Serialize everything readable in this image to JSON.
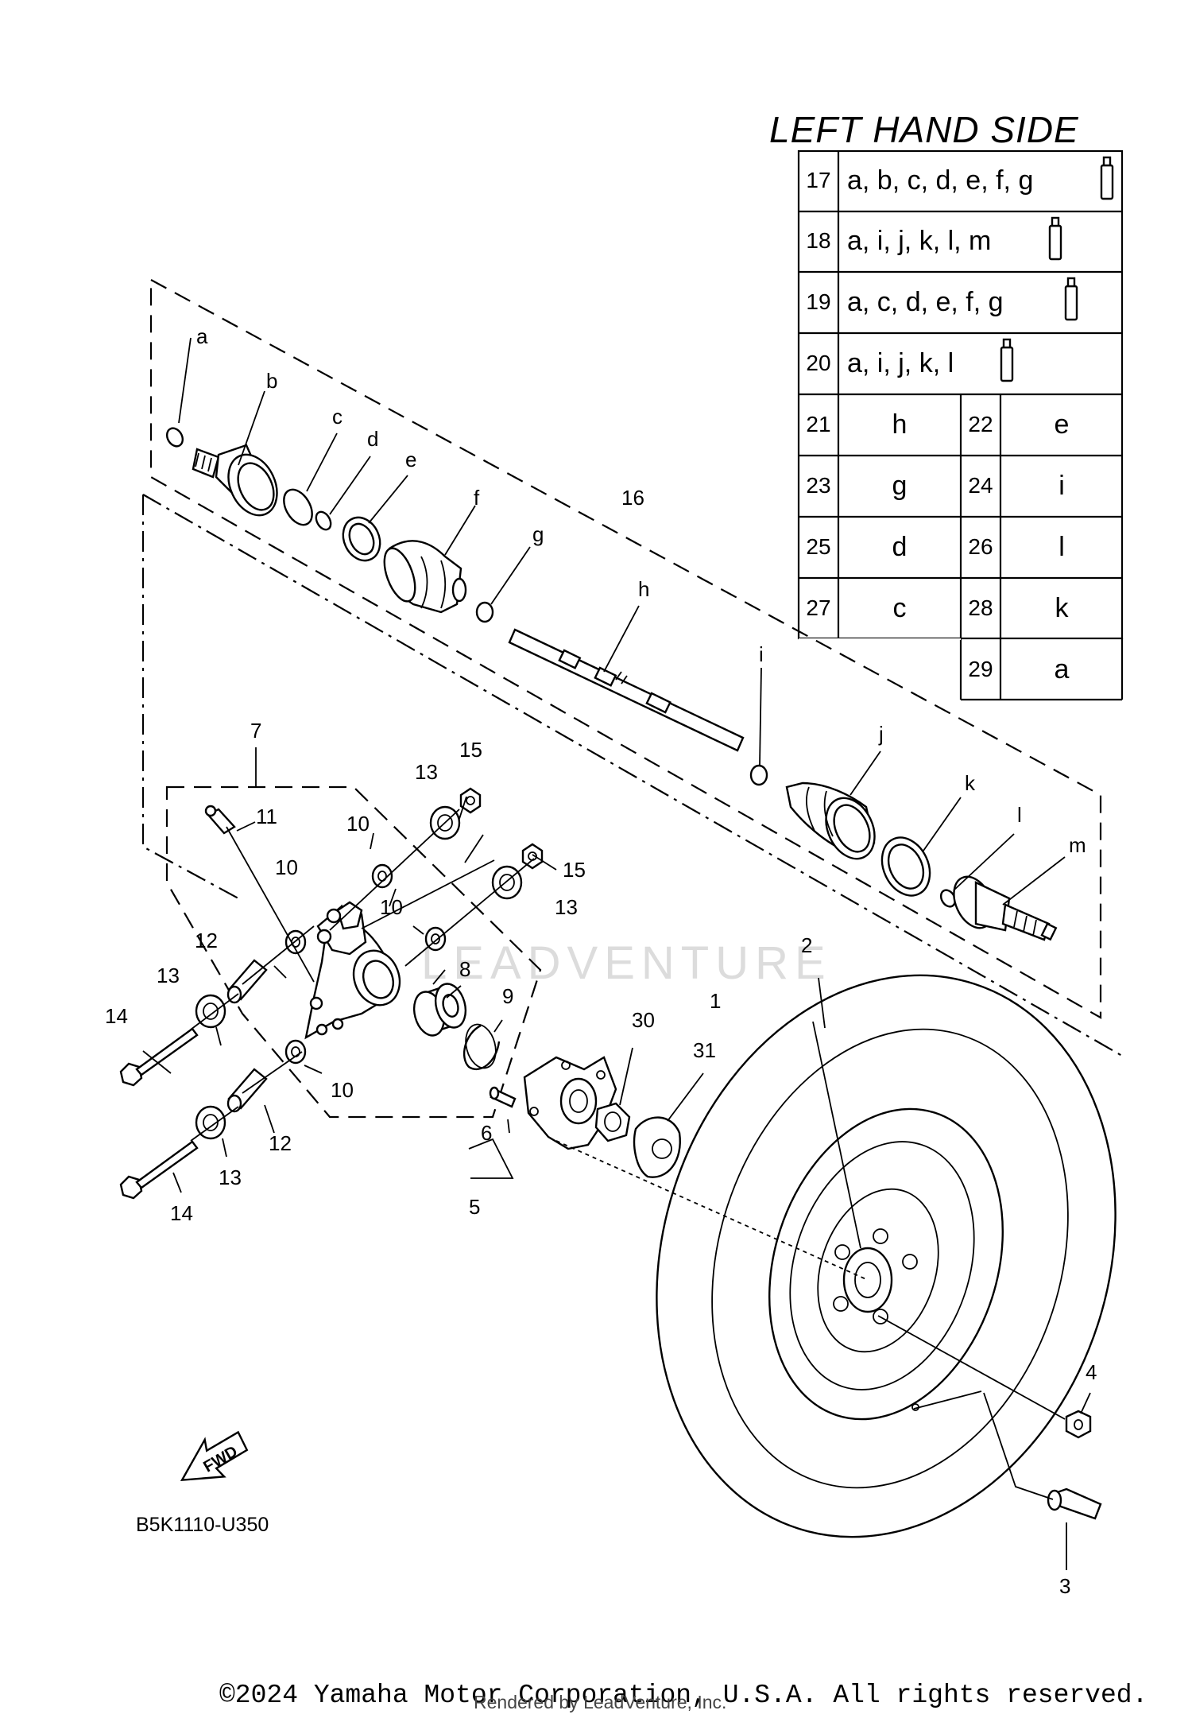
{
  "header": "LEFT HAND SIDE",
  "diagram_code": "B5K1110-U350",
  "copyright": "©2024 Yamaha Motor Corporation, U.S.A. All rights reserved.",
  "rendered_by": "Rendered by LeadVenture, Inc.",
  "watermark": "LEADVENTURE",
  "fwd_label": "FWD",
  "kit_table": [
    {
      "num": "17",
      "items": "a, b, c, d, e, f, g"
    },
    {
      "num": "18",
      "items": "a, i, j, k, l, m"
    },
    {
      "num": "19",
      "items": "a, c, d, e, f, g"
    },
    {
      "num": "20",
      "items": "a, i, j, k, l"
    }
  ],
  "pair_table": [
    {
      "num": "21",
      "item": "h",
      "num2": "22",
      "item2": "e"
    },
    {
      "num": "23",
      "item": "g",
      "num2": "24",
      "item2": "i"
    },
    {
      "num": "25",
      "item": "d",
      "num2": "26",
      "item2": "l"
    },
    {
      "num": "27",
      "item": "c",
      "num2": "28",
      "item2": "k"
    },
    {
      "num": "",
      "item": "",
      "num2": "29",
      "item2": "a"
    }
  ],
  "callouts": {
    "a": "a",
    "b": "b",
    "c": "c",
    "d": "d",
    "e": "e",
    "f": "f",
    "g": "g",
    "h": "h",
    "i": "i",
    "j": "j",
    "k": "k",
    "l": "l",
    "m": "m",
    "n1": "1",
    "n2": "2",
    "n3": "3",
    "n4": "4",
    "n5": "5",
    "n6": "6",
    "n7": "7",
    "n8": "8",
    "n9": "9",
    "n10a": "10",
    "n10b": "10",
    "n10c": "10",
    "n10d": "10",
    "n11": "11",
    "n12a": "12",
    "n12b": "12",
    "n13a": "13",
    "n13b": "13",
    "n13c": "13",
    "n13d": "13",
    "n14a": "14",
    "n14b": "14",
    "n15a": "15",
    "n15b": "15",
    "n16": "16",
    "n30": "30",
    "n31": "31"
  }
}
